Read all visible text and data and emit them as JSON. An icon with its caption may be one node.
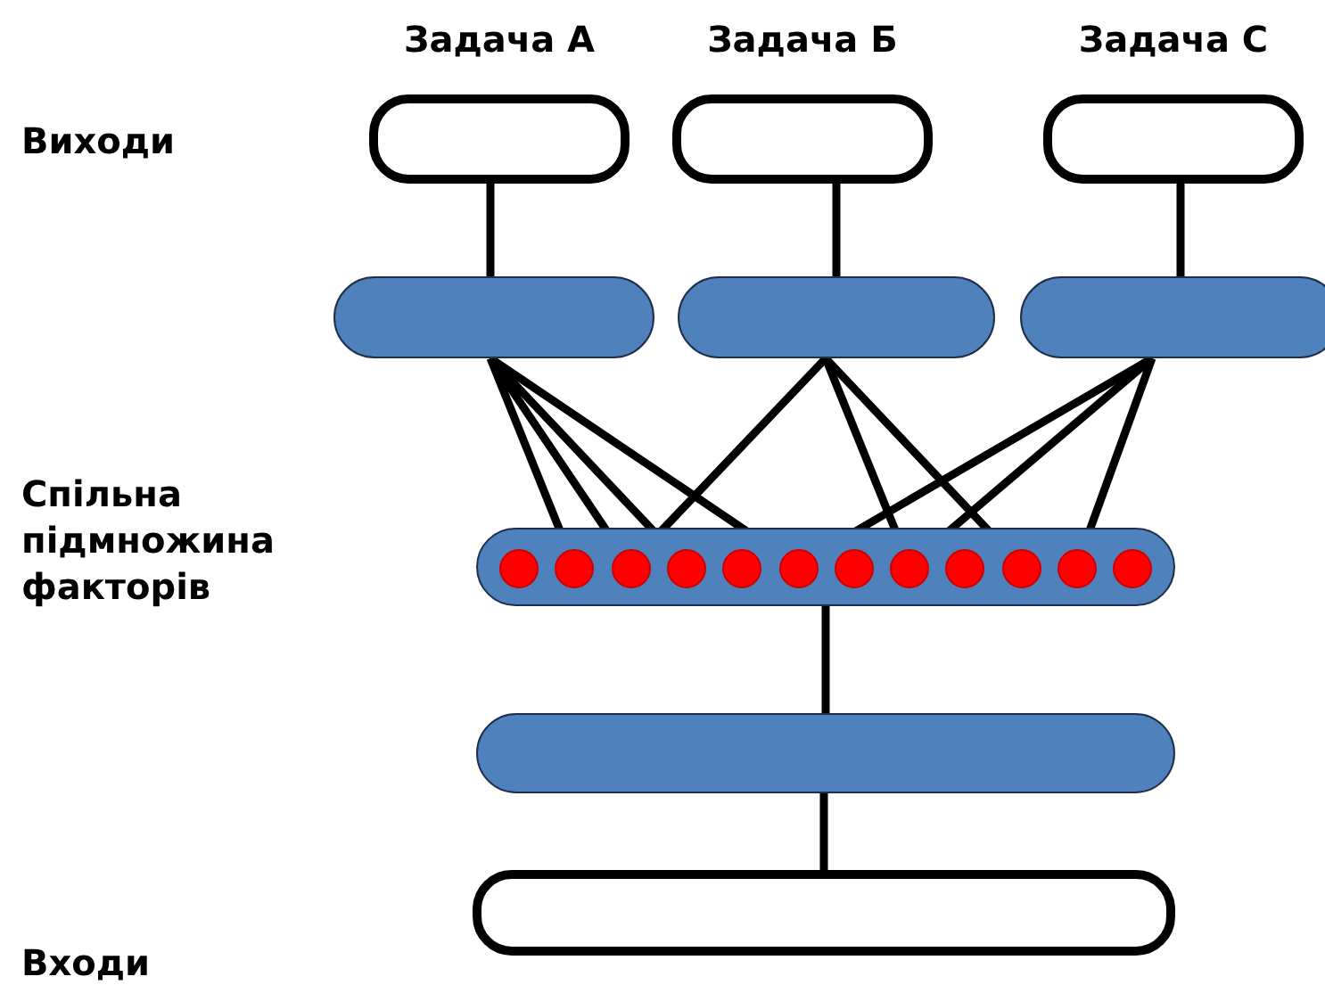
{
  "diagram": {
    "nodes": [
      {
        "text": [],
        "shape": "box",
        "beside": [
          "Задача А"
        ]
      },
      {
        "text": [],
        "shape": "box",
        "beside": [
          "Задача Б"
        ]
      },
      {
        "text": [],
        "shape": "box",
        "beside": [
          "Задача С"
        ]
      },
      {
        "text": [],
        "shape": "box"
      },
      {
        "text": [],
        "shape": "box"
      },
      {
        "text": [],
        "shape": "box"
      },
      {
        "text": [],
        "shape": "box"
      },
      {
        "text": [],
        "shape": "circle",
        "in": 6
      },
      {
        "text": [],
        "shape": "circle",
        "in": 6
      },
      {
        "text": [],
        "shape": "circle",
        "in": 6
      },
      {
        "text": [],
        "shape": "circle",
        "in": 6
      },
      {
        "text": [],
        "shape": "circle",
        "in": 6
      },
      {
        "text": [],
        "shape": "circle",
        "in": 6
      },
      {
        "text": [],
        "shape": "circle",
        "in": 6
      },
      {
        "text": [],
        "shape": "circle",
        "in": 6
      },
      {
        "text": [],
        "shape": "circle",
        "in": 6
      },
      {
        "text": [],
        "shape": "circle",
        "in": 6
      },
      {
        "text": [],
        "shape": "circle",
        "in": 6
      },
      {
        "text": [],
        "shape": "circle",
        "in": 6
      },
      {
        "text": [],
        "shape": "box"
      },
      {
        "text": [],
        "shape": "box"
      }
    ],
    "edges": [
      {
        "from": 3,
        "to": 0,
        "arrow": "none"
      },
      {
        "from": 4,
        "to": 1,
        "arrow": "none"
      },
      {
        "from": 5,
        "to": 2,
        "arrow": "none"
      },
      {
        "from": 3,
        "to": 8,
        "arrow": "none"
      },
      {
        "from": 3,
        "to": 9,
        "arrow": "none"
      },
      {
        "from": 3,
        "to": 10,
        "arrow": "none"
      },
      {
        "from": 3,
        "to": 12,
        "arrow": "none"
      },
      {
        "from": 4,
        "to": 9,
        "arrow": "none"
      },
      {
        "from": 4,
        "to": 14,
        "arrow": "none"
      },
      {
        "from": 4,
        "to": 16,
        "arrow": "none"
      },
      {
        "from": 5,
        "to": 12,
        "arrow": "none"
      },
      {
        "from": 5,
        "to": 14,
        "arrow": "none"
      },
      {
        "from": 5,
        "to": 17,
        "arrow": "none"
      },
      {
        "from": 19,
        "to": 6,
        "arrow": "none"
      },
      {
        "from": 20,
        "to": 19,
        "arrow": "none"
      }
    ],
    "labels": [
      "Виходи",
      "Спільна підмножина факторів",
      "Входи"
    ]
  }
}
